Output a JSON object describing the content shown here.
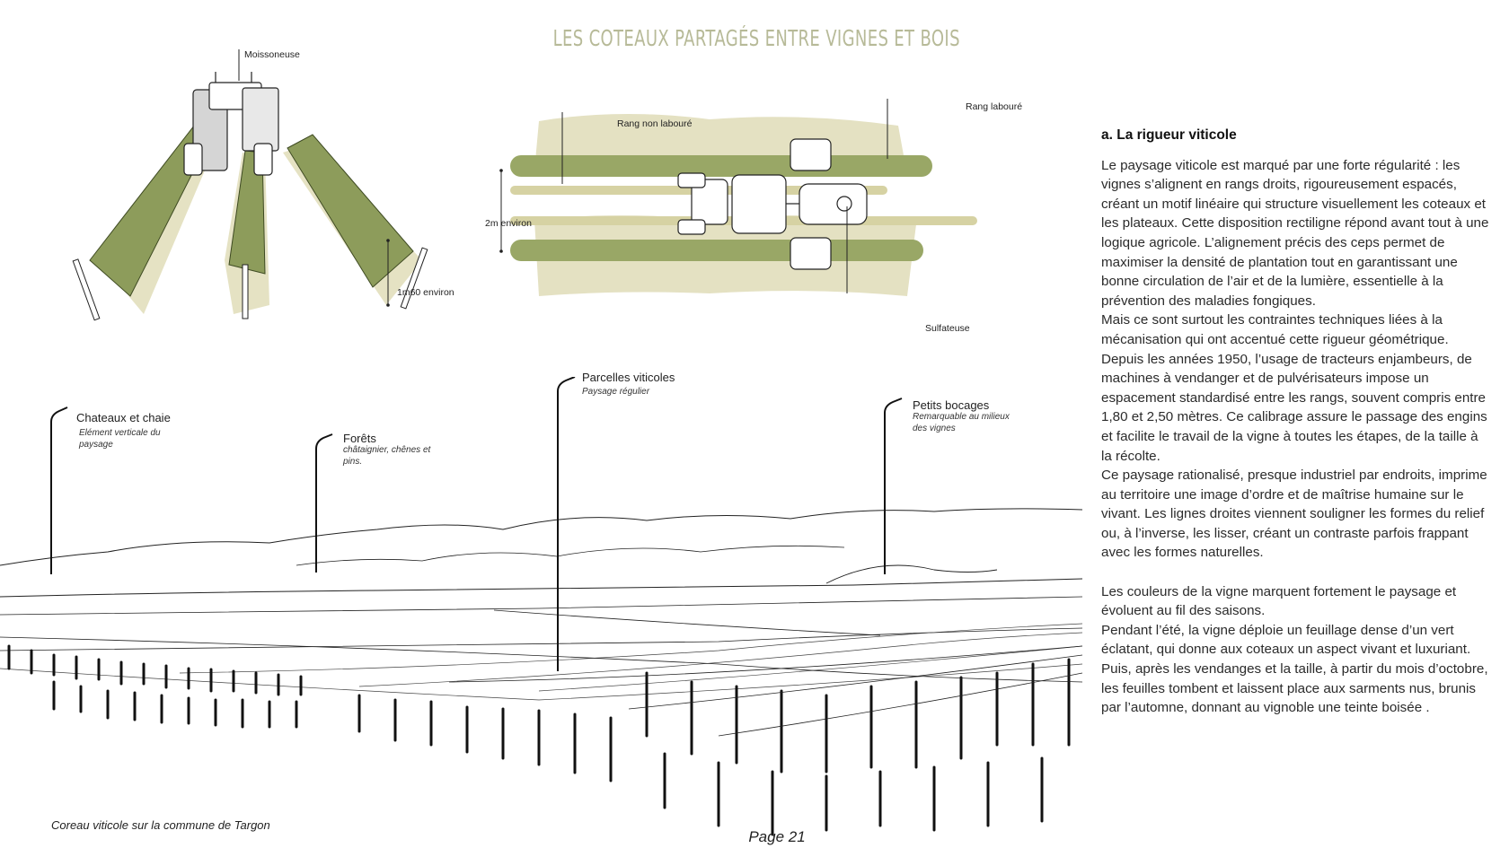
{
  "page_title": "LES COTEAUX PARTAGÉS ENTRE VIGNES ET BOIS",
  "diagram_left": {
    "label_top": "Moissoneuse",
    "label_height": "1m60 environ"
  },
  "diagram_right": {
    "label_unplowed": "Rang non labouré",
    "label_plowed": "Rang labouré",
    "label_width": "2m environ",
    "label_sprayer": "Sulfateuse"
  },
  "landscape": {
    "annotations": [
      {
        "title": "Chateaux et chaie",
        "subtitle": "Elément verticale du paysage"
      },
      {
        "title": "Forêts",
        "subtitle": "châtaignier, chênes et pins."
      },
      {
        "title": "Parcelles viticoles",
        "subtitle": "Paysage régulier"
      },
      {
        "title": "Petits bocages",
        "subtitle": "Remarquable au milieux des vignes"
      }
    ],
    "caption": "Coreau viticole sur la commune de Targon"
  },
  "page_number": "Page 21",
  "text": {
    "heading": "a. La rigueur viticole",
    "paragraphs": [
      "Le paysage viticole est marqué par une forte régularité : les vignes s’alignent en rangs droits, rigoureusement espacés, créant un motif linéaire qui structure visuellement les coteaux et les plateaux. Cette disposition rectiligne répond avant tout à une logique agricole. L’alignement précis des ceps permet de maximiser la densité de plantation tout en garantissant une bonne circulation de l’air et de la lumière, essentielle à la prévention des maladies fongiques.",
      "Mais ce sont surtout les contraintes techniques liées à la mécanisation qui ont accentué cette rigueur géométrique. Depuis les années 1950, l’usage de tracteurs enjambeurs, de machines à vendanger et de pulvérisateurs impose un espacement standardisé entre les rangs, souvent compris entre 1,80 et 2,50 mètres. Ce calibrage assure le passage des engins et facilite le travail de la vigne à toutes les étapes, de la taille à la récolte.",
      "Ce paysage rationalisé, presque industriel par endroits, imprime au territoire une image d’ordre et de maîtrise humaine sur le vivant. Les lignes droites viennent souligner les formes du relief ou, à l’inverse, les lisser, créant un contraste parfois frappant avec les formes naturelles.",
      "Les couleurs de la vigne marquent fortement le paysage et évoluent au fil des saisons.",
      "Pendant l’été, la vigne déploie un feuillage dense d’un vert éclatant, qui donne aux coteaux un aspect vivant et luxuriant. Puis, après les vendanges et la taille, à partir du mois d’octobre, les feuilles tombent et laissent place aux sarments nus, brunis par l’automne, donnant au vignoble une teinte boisée ."
    ]
  },
  "colors": {
    "title": "#b7ba98",
    "foliage": "#9aa96a",
    "foliage_light": "#dcd9b4",
    "ink": "#111111"
  }
}
